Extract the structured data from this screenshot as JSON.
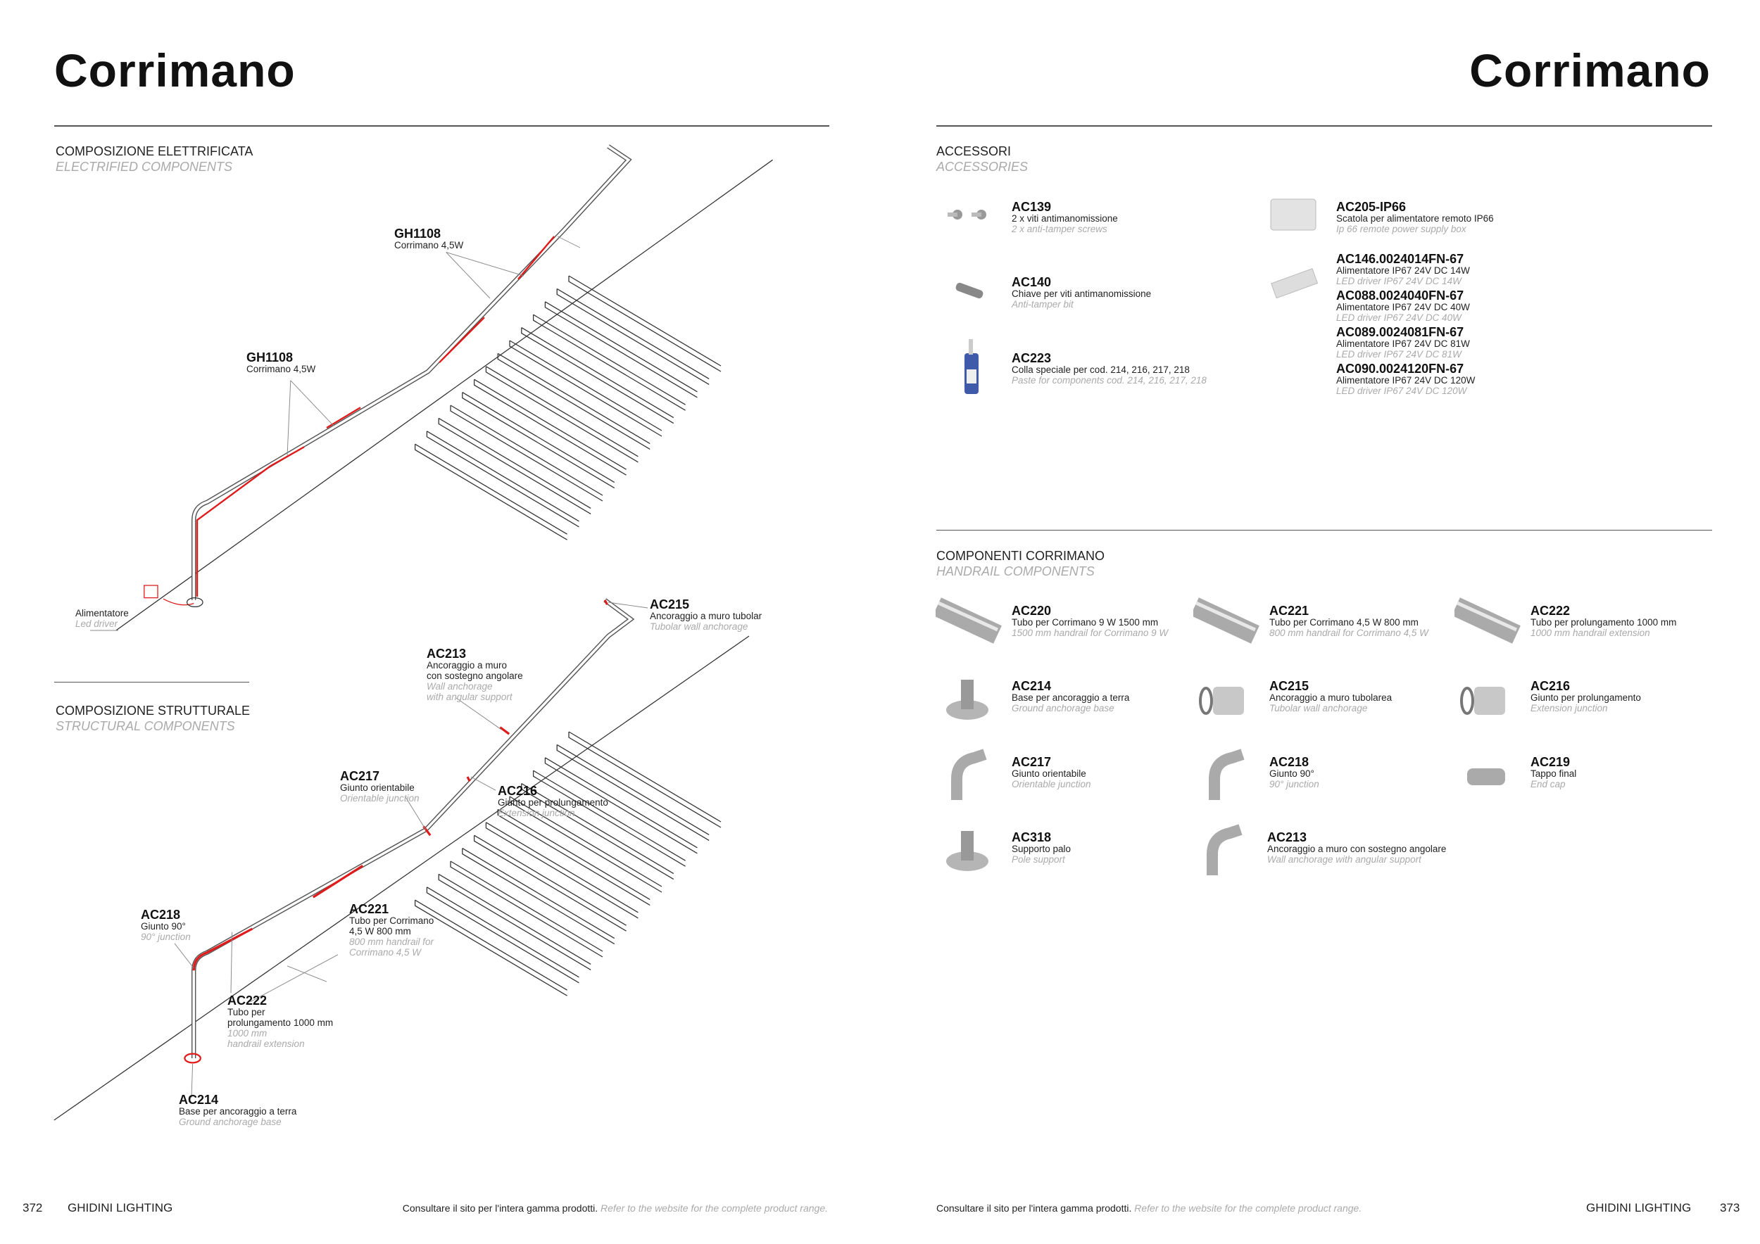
{
  "left": {
    "title": "Corrimano",
    "electrified": {
      "it": "COMPOSIZIONE ELETTRIFICATA",
      "en": "ELECTRIFIED COMPONENTS"
    },
    "structural": {
      "it": "COMPOSIZIONE STRUTTURALE",
      "en": "STRUCTURAL COMPONENTS"
    },
    "labels_electrified": [
      {
        "code": "GH1108",
        "d1": "Corrimano 4,5W"
      },
      {
        "code": "GH1108",
        "d1": "Corrimano 4,5W"
      },
      {
        "d1": "Alimentatore",
        "d2": "Led driver"
      }
    ],
    "labels_structural": [
      {
        "code": "AC215",
        "d1": "Ancoraggio a muro tubolar",
        "d2": "Tubolar wall anchorage"
      },
      {
        "code": "AC213",
        "d1": "Ancoraggio a muro",
        "d1b": "con sostegno angolare",
        "d2": "Wall anchorage",
        "d2b": "with angular support"
      },
      {
        "code": "AC217",
        "d1": "Giunto orientabile",
        "d2": "Orientable junction"
      },
      {
        "code": "AC216",
        "d1": "Giunto per prolungamento",
        "d2": "Extension junction"
      },
      {
        "code": "AC221",
        "d1": "Tubo per Corrimano",
        "d1b": "4,5 W 800 mm",
        "d2": "800 mm handrail for",
        "d2b": "Corrimano 4,5 W"
      },
      {
        "code": "AC218",
        "d1": "Giunto 90°",
        "d2": "90° junction"
      },
      {
        "code": "AC222",
        "d1": "Tubo per",
        "d1b": "prolungamento 1000 mm",
        "d2": "1000 mm",
        "d2b": "handrail extension"
      },
      {
        "code": "AC214",
        "d1": "Base per ancoraggio a terra",
        "d2": "Ground anchorage base"
      }
    ],
    "footer": {
      "page": "372",
      "brand": "GHIDINI LIGHTING",
      "note_it": "Consultare il sito per l'intera gamma prodotti.",
      "note_en": "Refer to the website for the complete product range."
    }
  },
  "right": {
    "title": "Corrimano",
    "accessories": {
      "it": "ACCESSORI",
      "en": "ACCESSORIES"
    },
    "acc_items": [
      {
        "code": "AC139",
        "d1": "2 x viti antimanomissione",
        "d2": "2 x anti-tamper screws"
      },
      {
        "code": "AC140",
        "d1": "Chiave per viti antimanomissione",
        "d2": "Anti-tamper bit"
      },
      {
        "code": "AC223",
        "d1": "Colla speciale per cod. 214, 216, 217, 218",
        "d2": "Paste for components cod. 214, 216, 217, 218"
      },
      {
        "code": "AC205-IP66",
        "d1": "Scatola per alimentatore remoto IP66",
        "d2": "Ip 66 remote power supply box"
      },
      {
        "code": "AC146.0024014FN-67",
        "d1": "Alimentatore IP67 24V DC 14W",
        "d2": "LED driver IP67 24V DC 14W"
      },
      {
        "code": "AC088.0024040FN-67",
        "d1": "Alimentatore IP67 24V DC 40W",
        "d2": "LED driver IP67 24V DC 40W"
      },
      {
        "code": "AC089.0024081FN-67",
        "d1": "Alimentatore IP67 24V DC 81W",
        "d2": "LED driver IP67 24V DC 81W"
      },
      {
        "code": "AC090.0024120FN-67",
        "d1": "Alimentatore IP67 24V DC 120W",
        "d2": "LED driver IP67 24V DC 120W"
      }
    ],
    "components": {
      "it": "COMPONENTI CORRIMANO",
      "en": "HANDRAIL COMPONENTS"
    },
    "comp_items": [
      {
        "code": "AC220",
        "d1": "Tubo per Corrimano 9 W 1500 mm",
        "d2": "1500 mm handrail for Corrimano 9 W"
      },
      {
        "code": "AC221",
        "d1": "Tubo per Corrimano 4,5 W 800 mm",
        "d2": "800 mm handrail for Corrimano 4,5 W"
      },
      {
        "code": "AC222",
        "d1": "Tubo per prolungamento 1000 mm",
        "d2": "1000 mm handrail extension"
      },
      {
        "code": "AC214",
        "d1": "Base per ancoraggio a terra",
        "d2": "Ground anchorage base"
      },
      {
        "code": "AC215",
        "d1": "Ancoraggio a muro tubolarea",
        "d2": "Tubolar wall anchorage"
      },
      {
        "code": "AC216",
        "d1": "Giunto per prolungamento",
        "d2": "Extension junction"
      },
      {
        "code": "AC217",
        "d1": "Giunto orientabile",
        "d2": "Orientable junction"
      },
      {
        "code": "AC218",
        "d1": "Giunto 90°",
        "d2": "90° junction"
      },
      {
        "code": "AC219",
        "d1": "Tappo final",
        "d2": "End cap"
      },
      {
        "code": "AC318",
        "d1": "Supporto palo",
        "d2": "Pole support"
      },
      {
        "code": "AC213",
        "d1": "Ancoraggio a muro con sostegno angolare",
        "d2": "Wall anchorage with angular support"
      }
    ],
    "footer": {
      "page": "373",
      "brand": "GHIDINI LIGHTING",
      "note_it": "Consultare il sito per l'intera gamma prodotti.",
      "note_en": "Refer to the website for the complete product range."
    }
  },
  "colors": {
    "accent": "#e01b1b",
    "rule": "#555555",
    "muted": "#aaaaaa"
  }
}
